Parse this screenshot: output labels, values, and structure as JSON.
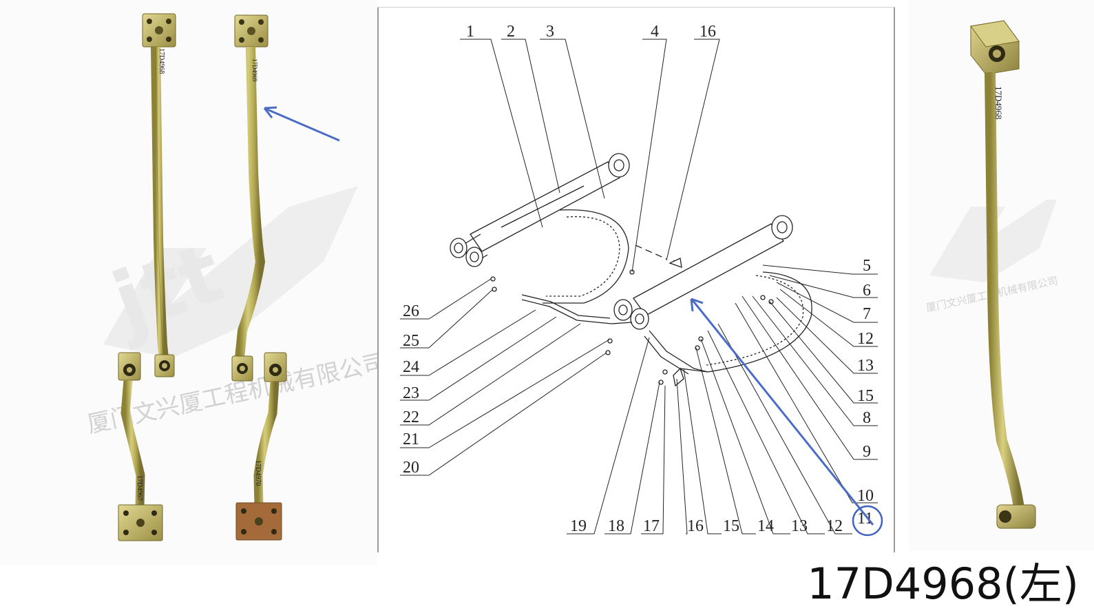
{
  "caption": "17D4968(左)",
  "watermark": {
    "company_left": "厦门文兴厦工程机械有限公司",
    "company_right": "厦门文兴厦工程机械有限公司"
  },
  "part_marks": {
    "top_left_rod": "17D4968",
    "top_right_rod": "17D4969",
    "bottom_left_rod": "17D4967",
    "bottom_right_rod": "17D4970",
    "right_rod": "17D4968"
  },
  "callouts": [
    "1",
    "2",
    "3",
    "4",
    "16",
    "5",
    "6",
    "7",
    "12",
    "13",
    "15",
    "8",
    "9",
    "10",
    "11",
    "26",
    "25",
    "24",
    "23",
    "22",
    "21",
    "20",
    "19",
    "18",
    "17",
    "16",
    "15",
    "14",
    "13",
    "12"
  ],
  "colors": {
    "pipe": "#b5ab55",
    "pipe_dark": "#7e7432",
    "arrow": "#4a6cc4",
    "highlight_circle": "#3f62c2",
    "watermark": "#d4d4d4"
  }
}
